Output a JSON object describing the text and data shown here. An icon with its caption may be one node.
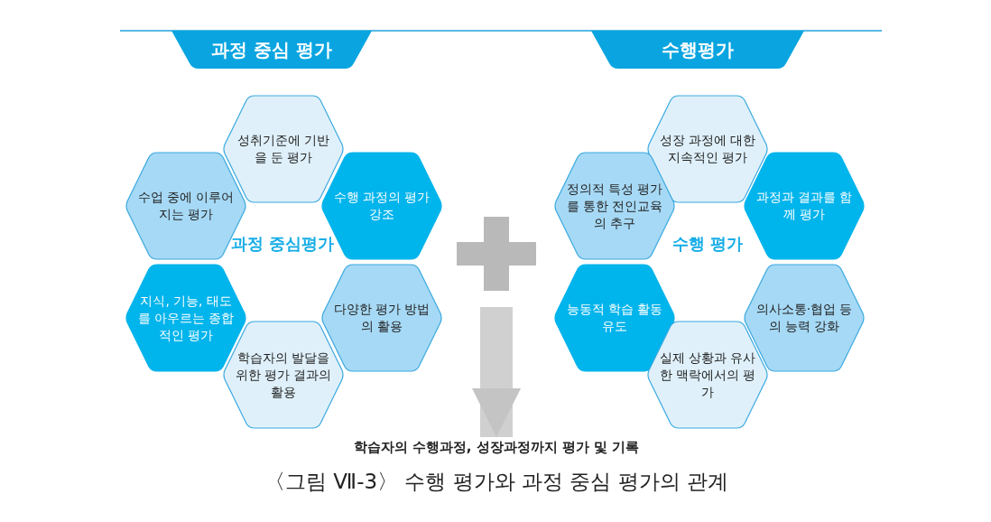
{
  "diagram": {
    "caption": "〈그림 Ⅶ-3〉 수행 평가와 과정 중심 평가의 관계",
    "nodes": [
      {
        "text": [
          "과정 중심 평가"
        ]
      },
      {
        "text": [
          "수행평가"
        ]
      },
      {
        "text": [
          "성취기준에 기반을 둔 평가"
        ]
      },
      {
        "text": [
          "수업 중에 이루어지는 평가"
        ]
      },
      {
        "text": [
          "수행 과정의 평가 강조"
        ]
      },
      {
        "text": [
          "지식, 기능, 태도를 아우르는 종합적인 평가"
        ]
      },
      {
        "text": [
          "다양한 평가 방법의 활용"
        ]
      },
      {
        "text": [
          "학습자의 발달을 위한 평가 결과의 활용"
        ]
      },
      {
        "text": [
          "성장 과정에 대한 지속적인 평가"
        ]
      },
      {
        "text": [
          "정의적 특성 평가를 통한 전인교육의 추구"
        ]
      },
      {
        "text": [
          "과정과 결과를 함께 평가"
        ]
      },
      {
        "text": [
          "능동적 학습 활동 유도"
        ]
      },
      {
        "text": [
          "의사소통·협업 등의 능력 강화"
        ]
      },
      {
        "text": [
          "실제 상황과 유사한 맥락에서의 평가"
        ]
      },
      {
        "text": [
          "학습자의 수행과정, 성장과정까지 평가 및 기록"
        ]
      }
    ],
    "edges": [
      {
        "from": null,
        "to": 14,
        "arrow": "to"
      }
    ],
    "labels": [
      "과정 중심평가",
      "수행 평가"
    ]
  }
}
